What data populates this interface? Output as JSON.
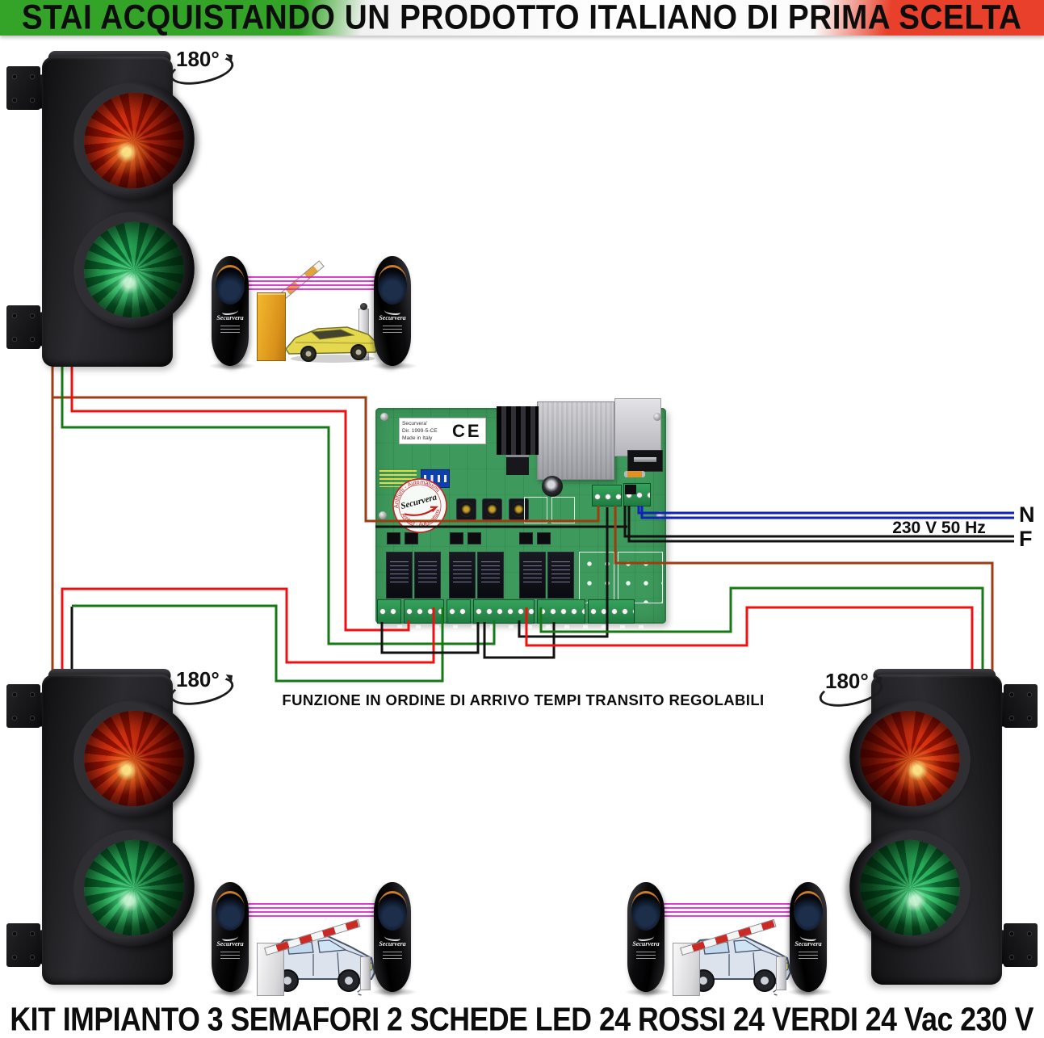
{
  "banner": {
    "text": "STAI ACQUISTANDO UN PRODOTTO ITALIANO DI PRIMA SCELTA"
  },
  "rotation_labels": {
    "top_left": "180°",
    "bottom_left": "180°",
    "bottom_right": "180°"
  },
  "board": {
    "cert_line1": "Securvera'",
    "cert_line2": "Dir. 1999-5-CE",
    "cert_line3": "Made in Italy",
    "ce_mark": "CE",
    "stamp_arc_text": "Antifurti - Automatismi",
    "stamp_script": "Securvera"
  },
  "photocell_brand": "Securvera",
  "power": {
    "voltage_label": "230 V 50 Hz",
    "neutral_label": "N",
    "phase_label": "F"
  },
  "function_label": "FUNZIONE IN ORDINE DI ARRIVO TEMPI TRANSITO REGOLABILI",
  "footer": "KIT IMPIANTO 3 SEMAFORI 2 SCHEDE LED 24 ROSSI 24 VERDI 24 Vac 230 V",
  "colors": {
    "flag_green": "#33a427",
    "flag_red": "#e8402a",
    "pcb_green": "#3e9a5c",
    "wire_red": "#ee1111",
    "wire_green": "#157a15",
    "wire_brown": "#a03c12",
    "wire_blue": "#1122bb",
    "wire_black": "#111111",
    "beam_magenta": "#dd22cc",
    "lens_red": "#cc1605",
    "lens_green": "#1f9a50"
  }
}
